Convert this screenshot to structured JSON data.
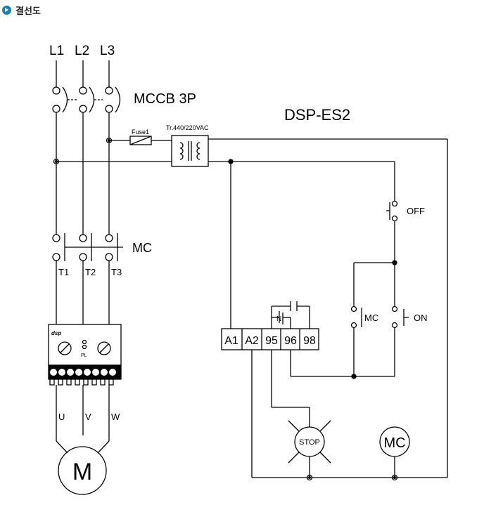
{
  "header": {
    "title": "결선도",
    "icon": "bullet-arrow-icon",
    "icon_color": "#1d7fb6"
  },
  "diagram": {
    "phase_labels": [
      "L1",
      "L2",
      "L3"
    ],
    "mccb_label": "MCCB 3P",
    "device_title": "DSP-ES2",
    "fuse_label": "Fuse1",
    "transformer_label": "Tr.440/220VAC",
    "off_label": "OFF",
    "on_label": "ON",
    "mc_label": "MC",
    "mc_contact_label": "MC",
    "output_labels": [
      "T1",
      "T2",
      "T3"
    ],
    "terminal_labels": [
      "A1",
      "A2",
      "95",
      "96",
      "98"
    ],
    "relay_brand": "dsp",
    "relay_pl_label": "PL",
    "relay_n_label": "N",
    "motor_terminal_labels": [
      "U",
      "V",
      "W"
    ],
    "motor_label": "M",
    "stop_lamp_label": "STOP",
    "coil_label": "MC"
  }
}
